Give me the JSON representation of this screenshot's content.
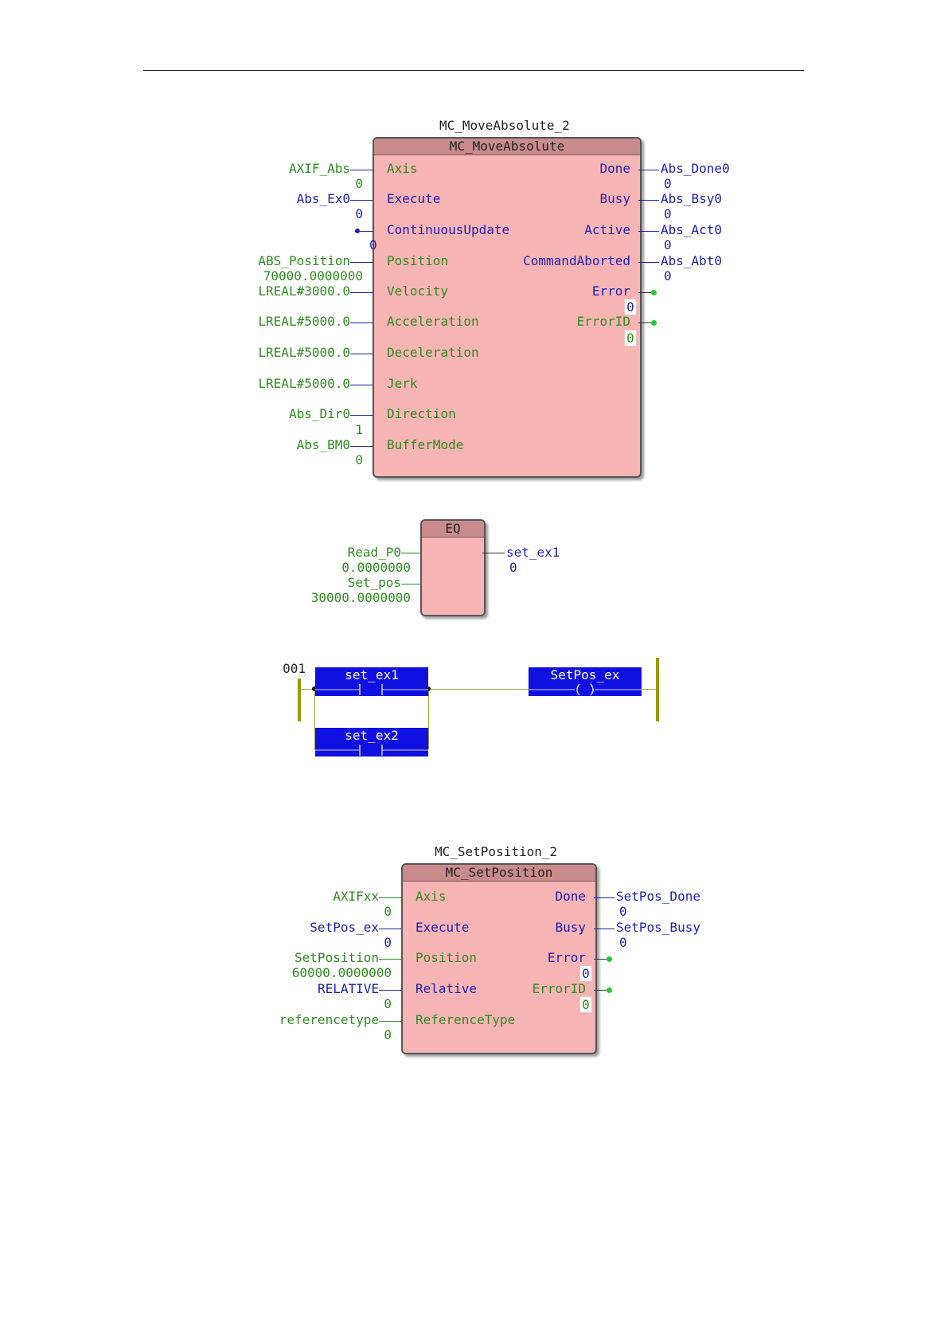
{
  "move_absolute": {
    "instance": "MC_MoveAbsolute_2",
    "type": "MC_MoveAbsolute",
    "inputs": [
      {
        "pin": "Axis",
        "var": "AXIF_Abs",
        "value": "0"
      },
      {
        "pin": "Execute",
        "var": "Abs_Ex0",
        "value": "0"
      },
      {
        "pin": "ContinuousUpdate",
        "var": "",
        "value": "0"
      },
      {
        "pin": "Position",
        "var": "ABS_Position",
        "value": "70000.0000000"
      },
      {
        "pin": "Velocity",
        "var": "LREAL#3000.0",
        "value": ""
      },
      {
        "pin": "Acceleration",
        "var": "LREAL#5000.0",
        "value": ""
      },
      {
        "pin": "Deceleration",
        "var": "LREAL#5000.0",
        "value": ""
      },
      {
        "pin": "Jerk",
        "var": "LREAL#5000.0",
        "value": ""
      },
      {
        "pin": "Direction",
        "var": "Abs_Dir0",
        "value": "1"
      },
      {
        "pin": "BufferMode",
        "var": "Abs_BM0",
        "value": "0"
      }
    ],
    "outputs": [
      {
        "pin": "Done",
        "var": "Abs_Done0",
        "value": "0"
      },
      {
        "pin": "Busy",
        "var": "Abs_Bsy0",
        "value": "0"
      },
      {
        "pin": "Active",
        "var": "Abs_Act0",
        "value": "0"
      },
      {
        "pin": "CommandAborted",
        "var": "Abs_Abt0",
        "value": "0"
      },
      {
        "pin": "Error",
        "var": "",
        "value": "0"
      },
      {
        "pin": "ErrorID",
        "var": "",
        "value": "0"
      }
    ]
  },
  "eq_block": {
    "type": "EQ",
    "in1_var": "Read_P0",
    "in1_value": "0.0000000",
    "in2_var": "Set_pos",
    "in2_value": "30000.0000000",
    "out_var": "set_ex1",
    "out_value": "0"
  },
  "ladder": {
    "rung_label": "001",
    "contact1": "set_ex1",
    "contact2": "set_ex2",
    "coil": "SetPos_ex"
  },
  "set_position": {
    "instance": "MC_SetPosition_2",
    "type": "MC_SetPosition",
    "inputs": [
      {
        "pin": "Axis",
        "var": "AXIFxx",
        "value": "0"
      },
      {
        "pin": "Execute",
        "var": "SetPos_ex",
        "value": "0"
      },
      {
        "pin": "Position",
        "var": "SetPosition",
        "value": "60000.0000000"
      },
      {
        "pin": "Relative",
        "var": "RELATIVE",
        "value": "0"
      },
      {
        "pin": "ReferenceType",
        "var": "referencetype",
        "value": "0"
      }
    ],
    "outputs": [
      {
        "pin": "Done",
        "var": "SetPos_Done",
        "value": "0"
      },
      {
        "pin": "Busy",
        "var": "SetPos_Busy",
        "value": "0"
      },
      {
        "pin": "Error",
        "var": "",
        "value": "0"
      },
      {
        "pin": "ErrorID",
        "var": "",
        "value": "0"
      }
    ]
  },
  "colors": {
    "block_fill": "#f7b4b4",
    "block_header": "#c98b8b",
    "pin_text_input": "#2e8b1f",
    "pin_text_output": "#1d1db0",
    "ladder_element": "#1010e0",
    "rail": "#9a9a10"
  }
}
